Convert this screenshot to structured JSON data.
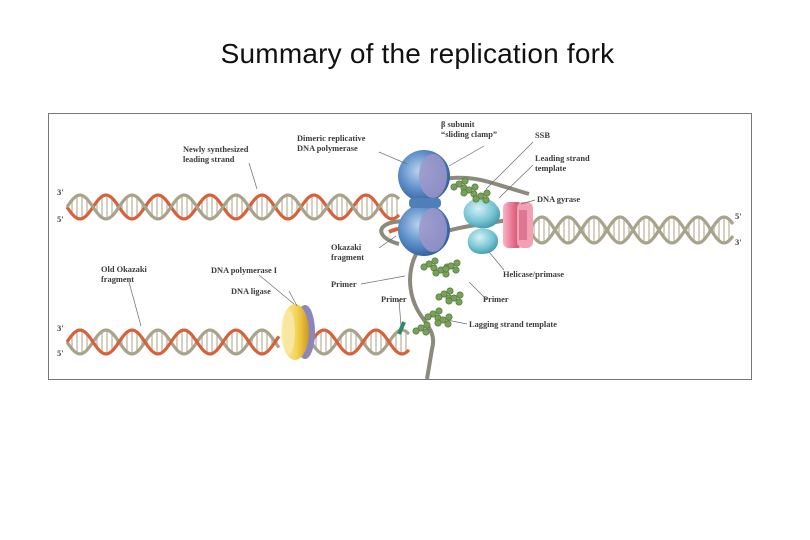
{
  "title": "Summary of the replication fork",
  "colors": {
    "parental_strand": "#a8a38b",
    "new_strand": "#d8603a",
    "polymerase": "#5f8fc9",
    "helicase": "#79c6d4",
    "gyrase": "#e76f8c",
    "ssb": "#79a05a",
    "ligase": "#f3cf4e",
    "primer": "#2f8a63"
  },
  "strand_ends": {
    "top_left_3": "3'",
    "top_left_5": "5'",
    "right_5": "5'",
    "right_3": "3'",
    "bottom_left_3": "3'",
    "bottom_left_5": "5'"
  },
  "labels": {
    "newly_synthesized": [
      "Newly synthesized",
      "leading strand"
    ],
    "dimeric_polymerase": [
      "Dimeric replicative",
      "DNA polymerase"
    ],
    "beta_subunit": [
      "β subunit",
      "“sliding clamp”"
    ],
    "ssb": "SSB",
    "leading_template": [
      "Leading strand",
      "template"
    ],
    "dna_gyrase": "DNA gyrase",
    "okazaki_fragment": [
      "Okazaki",
      "fragment"
    ],
    "primer_1": "Primer",
    "helicase_primase": "Helicase/primase",
    "old_okazaki": [
      "Old Okazaki",
      "fragment"
    ],
    "dna_pol_1": "DNA polymerase I",
    "dna_ligase": "DNA ligase",
    "primer_2": "Primer",
    "primer_3": "Primer",
    "lagging_template": "Lagging strand template"
  }
}
